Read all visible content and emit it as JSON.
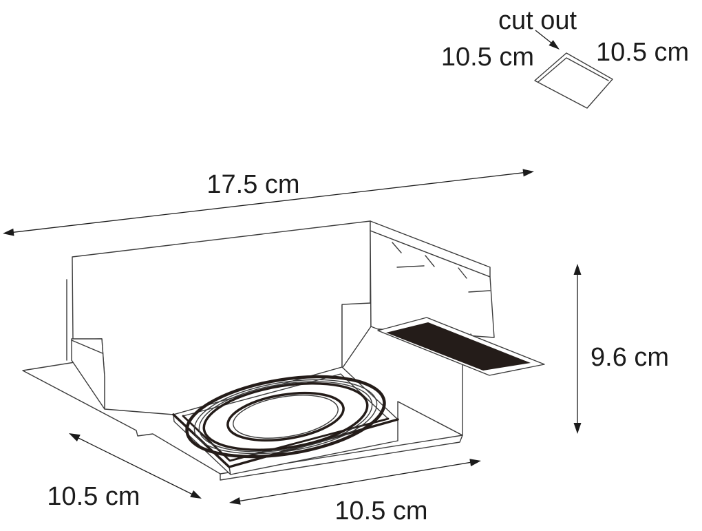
{
  "diagram": {
    "kind": "recessed-spotlight-dimension-drawing",
    "cutout": {
      "title": "cut out",
      "left_dim": "10.5 cm",
      "right_dim": "10.5 cm"
    },
    "dimensions": {
      "overall_width": "17.5 cm",
      "height": "9.6 cm",
      "side_depth": "10.5 cm",
      "front_width": "10.5 cm"
    },
    "colors": {
      "background": "#ffffff",
      "outline": "#3c3c3c",
      "ink": "#1b1b1b",
      "lamp_black": "#241c19"
    }
  }
}
